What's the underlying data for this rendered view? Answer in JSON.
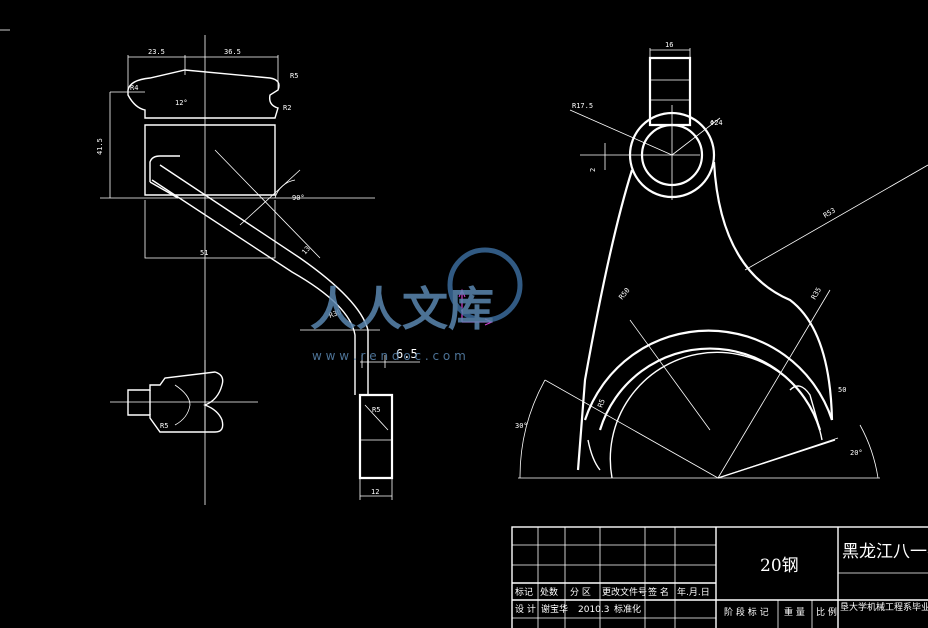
{
  "drawing": {
    "dims_left": {
      "d_23_5": "23.5",
      "d_36_5": "36.5",
      "d_41_5": "41.5",
      "d_r5": "R5",
      "d_r2": "R2",
      "d_r4": "R4",
      "d_12deg": "12°",
      "d_90deg": "90°",
      "d_51": "51",
      "d_13": "13",
      "d_r30": "R30",
      "d_6_5": "6.5",
      "d_12": "12",
      "d_r5b": "R5"
    },
    "dims_right": {
      "d_16": "16",
      "d_r17_5": "R17.5",
      "d_phi24": "Φ24",
      "d_2": "2",
      "d_r53": "R53",
      "d_r50": "R50",
      "d_r35": "R35",
      "d_r5": "R5",
      "d_30a": "30°",
      "d_50": "50",
      "d_20": "20°"
    }
  },
  "watermark": {
    "cn": "人人文库",
    "url": "w w w . r e n d o c . c o m"
  },
  "title_block": {
    "material": "20钢",
    "company": "黑龙江八一农",
    "subtitle": "垦大学机械工程系毕业设计",
    "row_labels": [
      "标记",
      "处数",
      "分 区",
      "更改文件号",
      "签 名",
      "年.月.日"
    ],
    "row2": [
      "设 计",
      "谢宝华",
      "2010.3",
      "标准化"
    ],
    "stage_labels": [
      "阶 段 标 记",
      "重 量",
      "比 例"
    ]
  }
}
